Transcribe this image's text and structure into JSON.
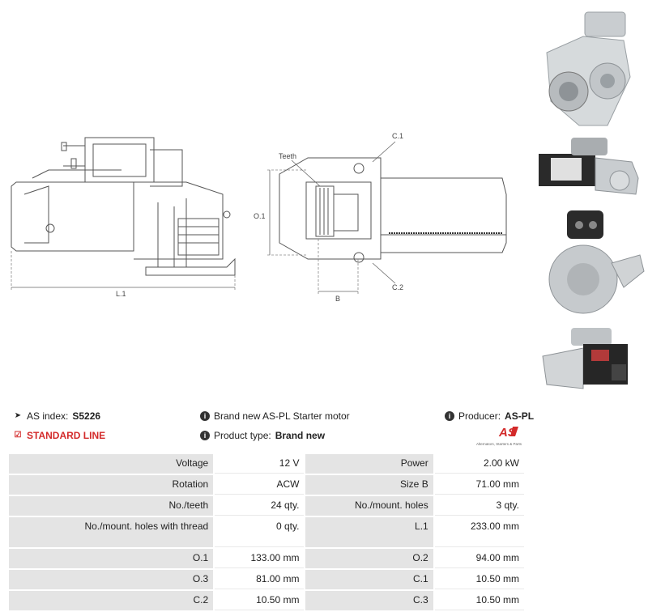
{
  "drawing": {
    "labels": {
      "l1": "L.1",
      "o1": "O.1",
      "b": "B",
      "teeth": "Teeth",
      "c1": "C.1",
      "c2": "C.2"
    }
  },
  "photos": [
    {
      "name": "starter-photo-front"
    },
    {
      "name": "starter-photo-side"
    },
    {
      "name": "starter-photo-rear"
    },
    {
      "name": "starter-photo-angle"
    }
  ],
  "info": {
    "as_index_label": "AS index:",
    "as_index_value": "S5226",
    "standard_line": "STANDARD LINE",
    "description": "Brand new AS-PL Starter motor",
    "product_type_label": "Product type:",
    "product_type_value": "Brand new",
    "producer_label": "Producer:",
    "producer_value": "AS-PL",
    "logo_text": "AS",
    "logo_tagline": "Alternators, Starters & Parts"
  },
  "specs": [
    {
      "l1": "Voltage",
      "v1": "12 V",
      "l2": "Power",
      "v2": "2.00 kW"
    },
    {
      "l1": "Rotation",
      "v1": "ACW",
      "l2": "Size B",
      "v2": "71.00 mm"
    },
    {
      "l1": "No./teeth",
      "v1": "24 qty.",
      "l2": "No./mount. holes",
      "v2": "3 qty."
    },
    {
      "l1": "No./mount. holes with thread",
      "v1": "0 qty.",
      "l2": "L.1",
      "v2": "233.00 mm"
    },
    {
      "l1": "O.1",
      "v1": "133.00 mm",
      "l2": "O.2",
      "v2": "94.00 mm"
    },
    {
      "l1": "O.3",
      "v1": "81.00 mm",
      "l2": "C.1",
      "v2": "10.50 mm"
    },
    {
      "l1": "C.2",
      "v1": "10.50 mm",
      "l2": "C.3",
      "v2": "10.50 mm"
    }
  ]
}
